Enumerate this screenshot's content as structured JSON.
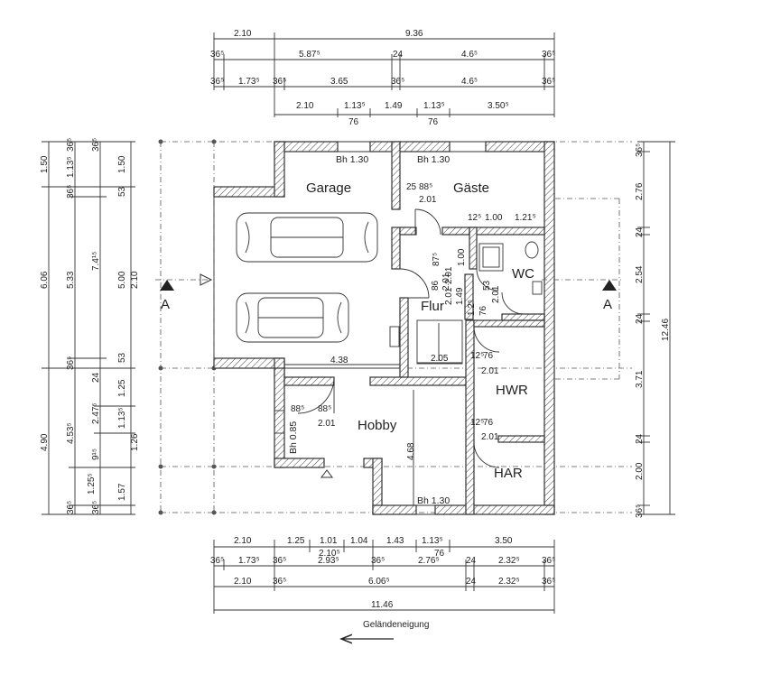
{
  "rooms": {
    "garage": "Garage",
    "gaeste": "Gäste",
    "wc": "WC",
    "flur": "Flur",
    "hwr": "HWR",
    "hobby": "Hobby",
    "har": "HAR"
  },
  "section_marks": {
    "left": "A",
    "right": "A"
  },
  "windows": {
    "garage": "Bh 1.30",
    "gaeste": "Bh 1.30",
    "hobby_bottom": "Bh 1.30",
    "hobby_side": "Bh 0.85"
  },
  "slope_caption": "Geländeneigung",
  "dims_top": {
    "row1": [
      "2.10",
      "9.36"
    ],
    "row2": [
      "36⁵",
      "5.87⁵",
      "24",
      "4.6⁵",
      "36⁵"
    ],
    "row3": [
      "36⁵",
      "1.73⁵",
      "36⁵",
      "3.65",
      "36⁵",
      "4.6⁵",
      "36⁵"
    ],
    "row4": [
      "2.10",
      "1.13⁵",
      "1.49",
      "1.13⁵",
      "3.50⁵"
    ],
    "row4_sub": [
      "76",
      "76"
    ]
  },
  "dims_bottom": {
    "row1": [
      "2.10",
      "1.25",
      "1.01",
      "1.04",
      "1.43",
      "1.13⁵",
      "3.50"
    ],
    "row1_sub": [
      "2.10⁵",
      "76"
    ],
    "row2": [
      "36⁵",
      "1.73⁵",
      "36⁵",
      "2.93⁵",
      "36⁵",
      "2.76⁵",
      "24",
      "2.32⁵",
      "36⁵"
    ],
    "row3": [
      "2.10",
      "36⁵",
      "6.06⁵",
      "24",
      "2.32⁵",
      "36⁵"
    ],
    "row4": [
      "11.46"
    ]
  },
  "dims_left": {
    "col1": [
      "1.50",
      "6.06",
      "4.90"
    ],
    "col2": [
      "36⁵",
      "1.13⁵",
      "36⁵",
      "5.33",
      "36⁵",
      "4.53⁵",
      "1.25⁵",
      "36⁵"
    ],
    "col3": [
      "36⁵",
      "7.4¹⁵",
      "24",
      "2.47⁵",
      "9¹⁵",
      "36⁵"
    ],
    "col4": [
      "1.50",
      "53",
      "5.00",
      "53",
      "1.25",
      "1.13⁵",
      "1.26",
      "1.57"
    ],
    "col5": [
      "2.10"
    ]
  },
  "dims_right": {
    "col1": [
      "36⁵",
      "2.76",
      "24",
      "2.54",
      "24",
      "3.71",
      "24",
      "2.00",
      "36⁵"
    ],
    "col2": [
      "12.46"
    ]
  },
  "dims_inner": {
    "garage_width": "4.38",
    "hobby_height": "4.68",
    "flur_width": "2.05",
    "gaeste_door": [
      "25",
      "88⁵",
      "2.01"
    ],
    "gaeste_front": [
      "12⁵",
      "1.00",
      "1.21⁵"
    ],
    "flur_door_top": [
      "87⁵",
      "2.01"
    ],
    "flur_vert": [
      "1.00",
      "1.49",
      "2.01"
    ],
    "flur_door": [
      "86",
      "2.01"
    ],
    "wc_door": [
      "53",
      "2.01",
      "76"
    ],
    "wc_small": [
      "2.01",
      "76",
      "1.2⁵"
    ],
    "hwr_door": [
      "12⁵",
      "76",
      "2.01"
    ],
    "har_door": [
      "12⁵",
      "76",
      "2.01"
    ],
    "hobby_door": [
      "88⁵",
      "88⁵",
      "2.01"
    ]
  }
}
